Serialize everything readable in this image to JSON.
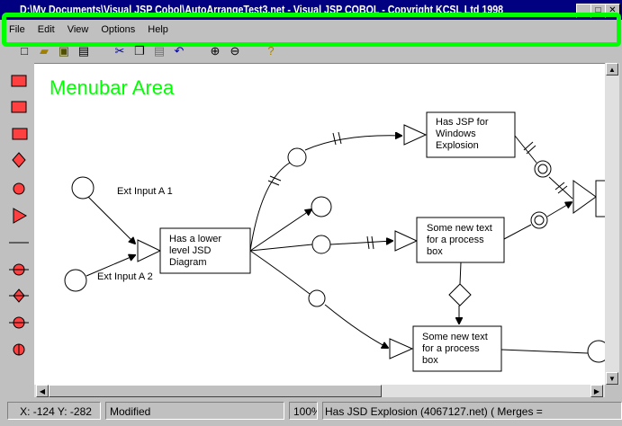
{
  "window": {
    "title": "D:\\My Documents\\Visual JSP Cobol\\AutoArrangeTest3.net - Visual JSP COBOL - Copyright KCSL Ltd 1998"
  },
  "menu": [
    "File",
    "Edit",
    "View",
    "Options",
    "Help"
  ],
  "annotation": "Menubar Area",
  "toolbar": [
    "new-icon",
    "open-icon",
    "save-icon",
    "print-icon",
    "cut-icon",
    "copy-icon",
    "paste-icon",
    "undo-icon",
    "zoom-in-icon",
    "zoom-out-icon",
    "help-icon"
  ],
  "diagram": {
    "labels": {
      "in1": "Ext Input A 1",
      "in2": "Ext Input A 2"
    },
    "boxes": {
      "lower": [
        "Has a lower",
        "level JSD",
        "Diagram"
      ],
      "jsp": [
        "Has JSP for",
        "Windows",
        "Explosion"
      ],
      "proc1": [
        "Some new text",
        "for a process",
        "box"
      ],
      "proc2": [
        "Some new text",
        "for a process",
        "box"
      ]
    }
  },
  "status": {
    "coords": "X: -124 Y: -282",
    "state": "Modified",
    "zoom": "100%",
    "info": "Has JSD Explosion (4067127.net) ( Merges ="
  }
}
